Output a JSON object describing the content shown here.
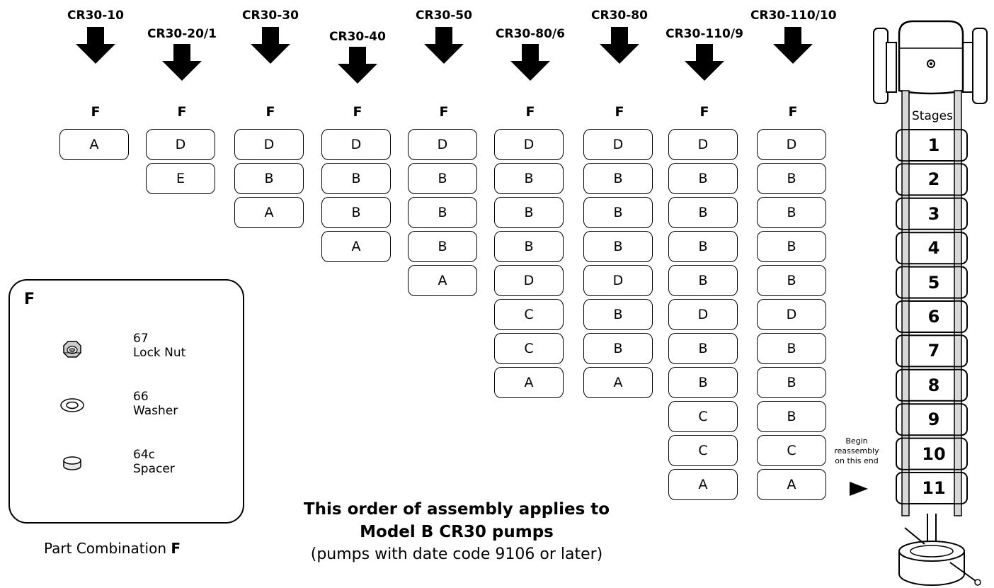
{
  "columns": [
    {
      "model": "CR30-10",
      "header": "F",
      "parts": [
        "A"
      ]
    },
    {
      "model": "CR30-20/1",
      "header": "F",
      "parts": [
        "D",
        "E"
      ]
    },
    {
      "model": "CR30-30",
      "header": "F",
      "parts": [
        "D",
        "B",
        "A"
      ]
    },
    {
      "model": "CR30-40",
      "header": "F",
      "parts": [
        "D",
        "B",
        "B",
        "A"
      ]
    },
    {
      "model": "CR30-50",
      "header": "F",
      "parts": [
        "D",
        "B",
        "B",
        "B",
        "A"
      ]
    },
    {
      "model": "CR30-80/6",
      "header": "F",
      "parts": [
        "D",
        "B",
        "B",
        "B",
        "D",
        "C",
        "C",
        "A"
      ]
    },
    {
      "model": "CR30-80",
      "header": "F",
      "parts": [
        "D",
        "B",
        "B",
        "B",
        "D",
        "B",
        "B",
        "A"
      ]
    },
    {
      "model": "CR30-110/9",
      "header": "F",
      "parts": [
        "D",
        "B",
        "B",
        "B",
        "B",
        "D",
        "B",
        "B",
        "C",
        "C",
        "A"
      ]
    },
    {
      "model": "CR30-110/10",
      "header": "F",
      "parts": [
        "D",
        "B",
        "B",
        "B",
        "B",
        "D",
        "B",
        "B",
        "B",
        "C",
        "A"
      ]
    }
  ],
  "legend": {
    "title": "F",
    "items": [
      {
        "number": "67",
        "name": "Lock Nut",
        "icon": "lock-nut-icon"
      },
      {
        "number": "66",
        "name": "Washer",
        "icon": "washer-icon"
      },
      {
        "number": "64c",
        "name": "Spacer",
        "icon": "spacer-icon"
      }
    ],
    "caption_prefix": "Part Combination ",
    "caption_bold": "F"
  },
  "note": {
    "line1": "This order of assembly applies to",
    "line2": "Model B CR30 pumps",
    "line3": "(pumps with date code 9106 or later)"
  },
  "pump": {
    "stages_label": "Stages",
    "stages": [
      "1",
      "2",
      "3",
      "4",
      "5",
      "6",
      "7",
      "8",
      "9",
      "10",
      "11"
    ],
    "begin_note": [
      "Begin",
      "reassembly",
      "on this end"
    ]
  }
}
